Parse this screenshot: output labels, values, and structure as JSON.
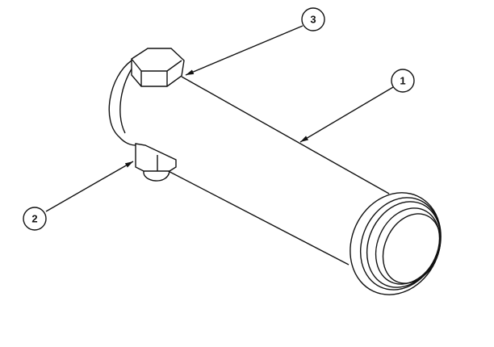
{
  "diagram": {
    "type": "exploded-parts-drawing",
    "callouts": [
      {
        "number": "1",
        "points_to": "pin-body"
      },
      {
        "number": "2",
        "points_to": "nut"
      },
      {
        "number": "3",
        "points_to": "hex-bolt-head"
      }
    ],
    "line_color": "#111111",
    "background": "#ffffff"
  }
}
